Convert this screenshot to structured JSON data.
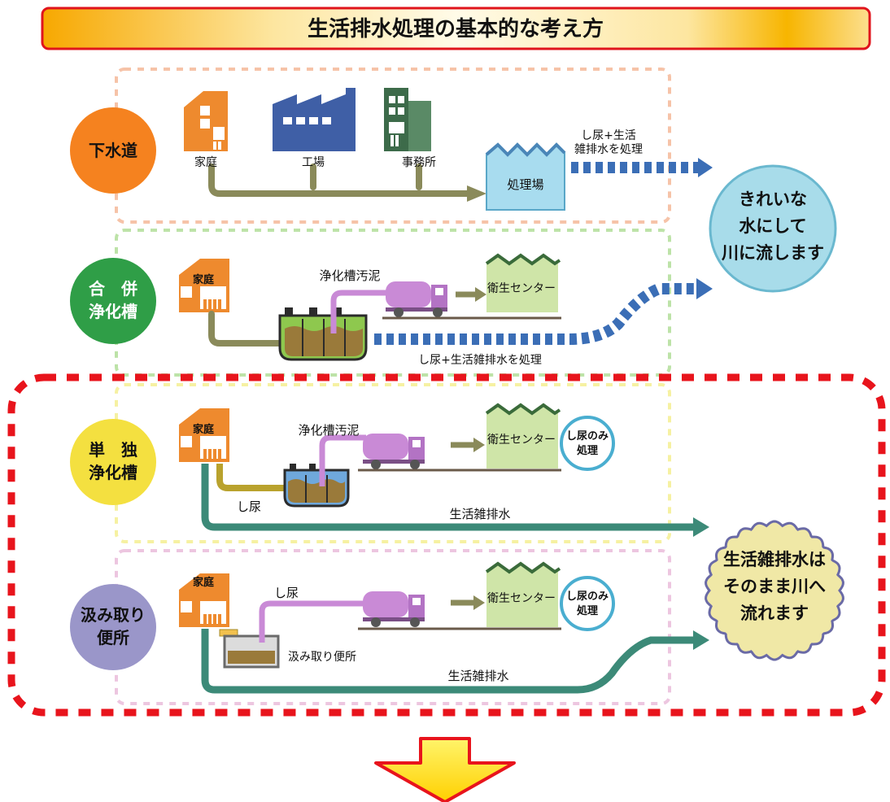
{
  "title": "生活排水処理の基本的な考え方",
  "sections": {
    "sewer": {
      "name_lines": [
        "下水道"
      ],
      "sources": [
        "家庭",
        "工場",
        "事務所"
      ],
      "plant": "処理場",
      "process_label_lines": [
        "し尿+生活",
        "雑排水を処理"
      ]
    },
    "combined_septic": {
      "name_lines": [
        "合　併",
        "浄化槽"
      ],
      "house": "家庭",
      "sludge": "浄化槽汚泥",
      "center": "衛生センター",
      "process_label": "し尿+生活雑排水を処理"
    },
    "single_septic": {
      "name_lines": [
        "単　独",
        "浄化槽"
      ],
      "house": "家庭",
      "sludge": "浄化槽汚泥",
      "center": "衛生センター",
      "badge_lines": [
        "し尿のみ",
        "処理"
      ],
      "night_soil": "し尿",
      "gray_water": "生活雑排水"
    },
    "vault_toilet": {
      "name_lines": [
        "汲み取り",
        "便所"
      ],
      "house": "家庭",
      "night_soil": "し尿",
      "center": "衛生センター",
      "badge_lines": [
        "し尿のみ",
        "処理"
      ],
      "toilet": "汲み取り便所",
      "gray_water": "生活雑排水"
    }
  },
  "outcomes": {
    "clean": [
      "きれいな",
      "水にして",
      "川に流します"
    ],
    "untreated": [
      "生活雑排水は",
      "そのまま川へ",
      "流れます"
    ]
  },
  "colors": {
    "sewer": "#f5821f",
    "combined_septic": "#2f9e47",
    "single_septic": "#f4e040",
    "vault_toilet": "#9a96c9",
    "clean_water": "#a8dcea",
    "untreated_water": "#f0e8a6",
    "highlight_border": "#e8141c",
    "arrow": "#ffd400",
    "house": "#ee8a2e",
    "factory": "#3f5fa6",
    "office": "#3d6b4a",
    "truck": "#c98ad6",
    "center": "#cfe5a8",
    "plant": "#a8dcef",
    "pipe": "#8a8a5a",
    "drain": "#3c8a78",
    "dashed_flow": "#3b6eb6",
    "urine_pipe": "#b9a22d"
  }
}
